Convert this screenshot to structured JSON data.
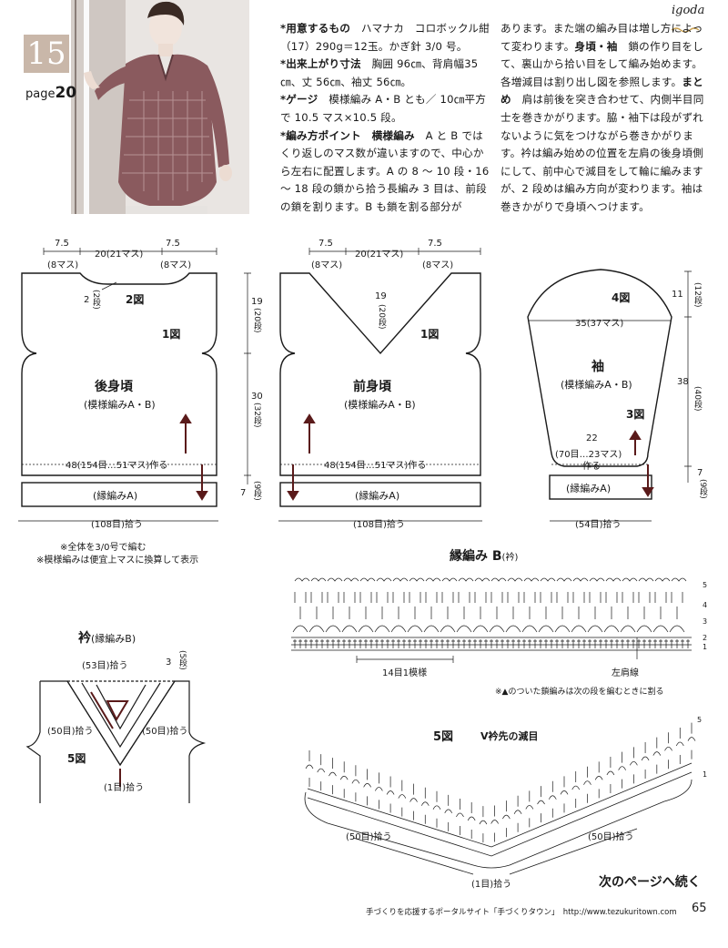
{
  "pattern_number": "15",
  "page_ref": {
    "prefix": "page",
    "num": "20"
  },
  "brand": "igoda",
  "text": {
    "col1": [
      {
        "h": "*用意するもの",
        "t": "　ハマナカ　コロボックル紺（17）290g＝12玉。かぎ針 3/0 号。"
      },
      {
        "h": "*出来上がり寸法",
        "t": "　胸囲 96㎝、背肩幅35㎝、丈 56㎝、袖丈 56㎝。"
      },
      {
        "h": "*ゲージ",
        "t": "　模様編み A・B とも／ 10㎝平方で 10.5 マス×10.5 段。"
      },
      {
        "h": "*編み方ポイント　横様編み",
        "t": "　A と B ではくり返しのマス数が違いますので、中心から左右に配置します。A の 8 ～ 10 段・16 ～ 18 段の鎖から拾う長編み 3 目は、前段の鎖を割ります。B も鎖を割る部分が"
      }
    ],
    "col2": [
      {
        "h": "",
        "t": "あります。また端の編み目は増し方によって変わります。"
      },
      {
        "h": "身頃・袖",
        "t": "　鎖の作り目をして、裏山から拾い目をして編み始めます。各増減目は割り出し図を参照します。"
      },
      {
        "h": "まとめ",
        "t": "　肩は前後を突き合わせて、内側半目同士を巻きかがります。脇・袖下は段がずれないように気をつけながら巻きかがります。衿は編み始めの位置を左肩の後身頃側にして、前中心で減目をして輪に編みますが、2 段めは編み方向が変わります。袖は巻きかがりで身頃へつけます。"
      }
    ]
  },
  "back": {
    "title": "後身頃",
    "sub": "(模様編みA・B)",
    "top_left": "7.5",
    "top_left_st": "(8マス)",
    "top_mid": "20(21マス)",
    "top_right": "7.5",
    "top_right_st": "(8マス)",
    "neck_depth": "2",
    "neck_rows": "(2段)",
    "fig2": "2図",
    "fig1": "1図",
    "chain": "48(154目…51マス)作る",
    "band": "(縁編みA)",
    "pick": "(108目)拾う",
    "h_arm": "19",
    "h_arm_rows": "(20段)",
    "h_body": "30",
    "h_body_rows": "(32段)",
    "h_band": "7",
    "h_band_rows": "(9段)"
  },
  "front": {
    "title": "前身頃",
    "sub": "(模様編みA・B)",
    "top_left": "7.5",
    "top_left_st": "(8マス)",
    "top_mid": "20(21マス)",
    "top_right": "7.5",
    "top_right_st": "(8マス)",
    "v_depth": "19",
    "v_rows": "(20段)",
    "fig1": "1図",
    "chain": "48(154目…51マス)作る",
    "band": "(縁編みA)",
    "pick": "(108目)拾う"
  },
  "sleeve": {
    "title": "袖",
    "sub": "(模様編みA・B)",
    "fig4": "4図",
    "fig3": "3図",
    "width": "35(37マス)",
    "cap": "11",
    "cap_rows": "(12段)",
    "len": "38",
    "len_rows": "(40段)",
    "cuff": "22",
    "cuff_st": "(70目…23マス)",
    "chain": "作る",
    "band": "(縁編みA)",
    "pick": "(54目)拾う",
    "band_h": "7",
    "band_rows": "(9段)"
  },
  "notes": [
    "※全体を3/0号で編む",
    "※模様編みは便宜上マスに換算して表示"
  ],
  "collar": {
    "title": "衿",
    "title_sub": "(縁編みB)",
    "top": "(53目)拾う",
    "rows": "3",
    "rows_unit": "(5段)",
    "left": "(50目)拾う",
    "right": "(50目)拾う",
    "fig5": "5図",
    "center": "(1目)拾う"
  },
  "edgeB": {
    "title": "縁編み B",
    "title_sub": "(衿)",
    "repeat": "14目1模様",
    "shoulder": "左肩線",
    "rows": [
      "5",
      "4",
      "3",
      "2",
      "1"
    ],
    "note": "※▲のついた鎖編みは次の段を編むときに割る"
  },
  "fig5": {
    "title": "5図",
    "subtitle": "V衿先の減目",
    "left": "(50目)拾う",
    "right": "(50目)拾う",
    "center": "(1目)拾う",
    "rows": [
      "5",
      "1"
    ]
  },
  "continue": "次のページへ続く",
  "footer": "手づくりを応援するポータルサイト「手づくりタウン」　http://www.tezukuritown.com",
  "page_number": "65"
}
